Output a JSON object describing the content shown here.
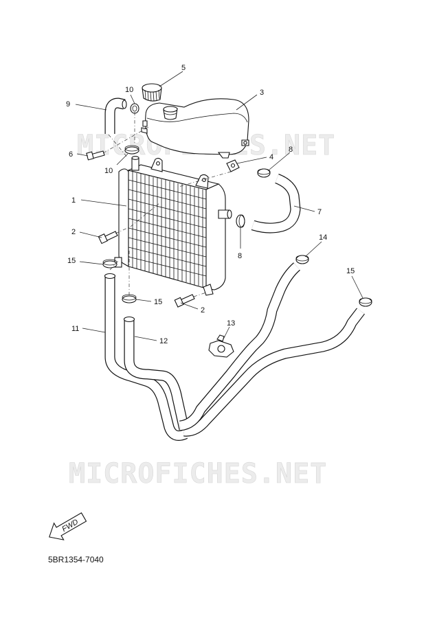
{
  "watermarks": [
    "MICROFICHES.NET",
    "MICROFICHES.NET"
  ],
  "direction_label": "FWD",
  "diagram_code": "5BR1354-7040",
  "callouts": [
    {
      "id": "c1",
      "label": "1"
    },
    {
      "id": "c2a",
      "label": "2"
    },
    {
      "id": "c2b",
      "label": "2"
    },
    {
      "id": "c3",
      "label": "3"
    },
    {
      "id": "c4",
      "label": "4"
    },
    {
      "id": "c5",
      "label": "5"
    },
    {
      "id": "c6",
      "label": "6"
    },
    {
      "id": "c7",
      "label": "7"
    },
    {
      "id": "c8a",
      "label": "8"
    },
    {
      "id": "c8b",
      "label": "8"
    },
    {
      "id": "c9",
      "label": "9"
    },
    {
      "id": "c10a",
      "label": "10"
    },
    {
      "id": "c10b",
      "label": "10"
    },
    {
      "id": "c11",
      "label": "11"
    },
    {
      "id": "c12",
      "label": "12"
    },
    {
      "id": "c13",
      "label": "13"
    },
    {
      "id": "c14",
      "label": "14"
    },
    {
      "id": "c15a",
      "label": "15"
    },
    {
      "id": "c15b",
      "label": "15"
    },
    {
      "id": "c15c",
      "label": "15"
    }
  ]
}
